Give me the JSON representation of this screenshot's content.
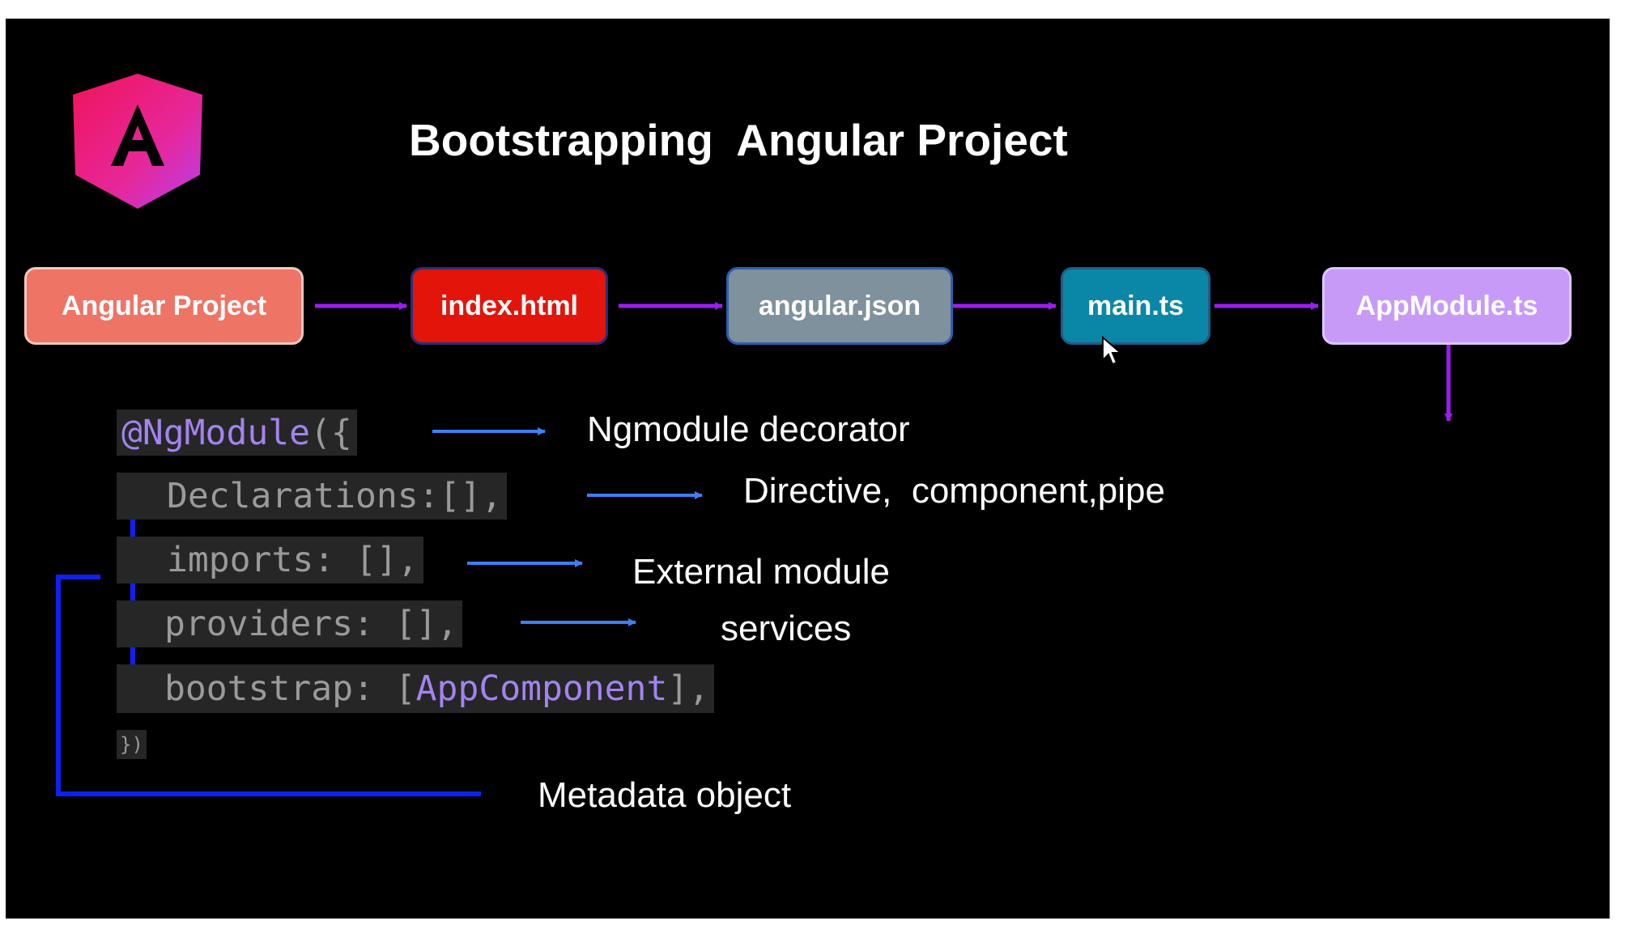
{
  "title": "Bootstrapping  Angular Project",
  "flow": [
    {
      "label": "Angular Project",
      "color": "#ee7466"
    },
    {
      "label": "index.html",
      "color": "#e3150b"
    },
    {
      "label": "angular.json",
      "color": "#7e919c"
    },
    {
      "label": "main.ts",
      "color": "#0a87a6"
    },
    {
      "label": "AppModule.ts",
      "color": "#c79af8"
    }
  ],
  "code": {
    "decorator": "@NgModule",
    "decorator_open": "({",
    "declarations": "Declarations:[],",
    "imports": "imports: [],",
    "providers": "providers: [],",
    "bootstrap_key": "bootstrap: [",
    "bootstrap_value": "AppComponent",
    "bootstrap_close": "],",
    "closing": "})"
  },
  "annotations": {
    "decorator": "Ngmodule decorator",
    "declarations": "Directive,  component,pipe",
    "imports": "External module",
    "providers": "services",
    "metadata": "Metadata object"
  },
  "colors": {
    "flow_arrow": "#9d1cf5",
    "code_arrow": "#3f7ef5",
    "bracket": "#1020f0"
  }
}
